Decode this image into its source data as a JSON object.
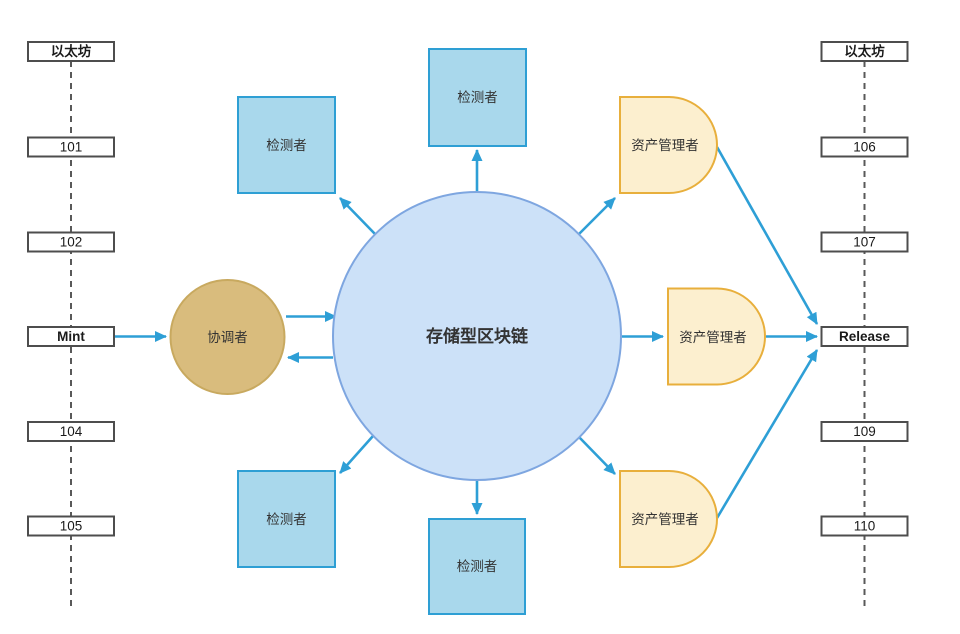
{
  "diagram": {
    "left_timeline": {
      "chain_label": "以太坊",
      "items": [
        "以太坊",
        "101",
        "102",
        "Mint",
        "104",
        "105"
      ]
    },
    "right_timeline": {
      "chain_label": "以太坊",
      "items": [
        "以太坊",
        "106",
        "107",
        "Release",
        "109",
        "110"
      ]
    },
    "nodes": {
      "center_label": "存储型区块链",
      "coordinator_label": "协调者",
      "detector_label": "检测者",
      "asset_manager_label": "资产管理者"
    },
    "colors": {
      "arrow_blue": "#2e9fd6",
      "detector_fill": "#a9d8ec",
      "detector_stroke": "#2e9fd4",
      "center_fill": "#cce1f8",
      "center_stroke": "#7ea6e0",
      "coordinator_fill": "#d9bc7d",
      "coordinator_stroke": "#c8a95f",
      "asset_manager_fill": "#fcefcf",
      "asset_manager_stroke": "#e8af3c",
      "timeline_box_stroke": "#4d4d4d",
      "lifeline_gray": "#595959"
    }
  }
}
